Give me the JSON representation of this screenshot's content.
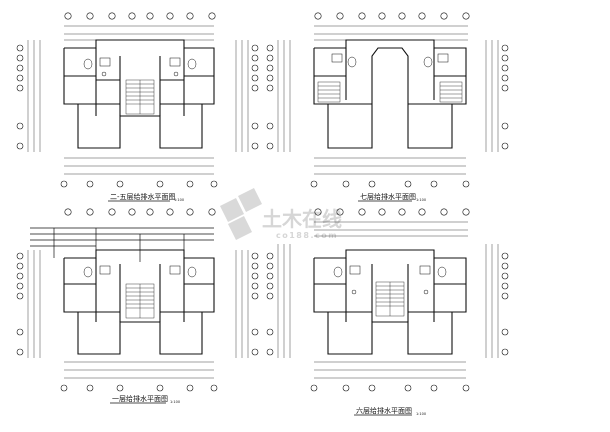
{
  "drawing": {
    "plans": [
      {
        "id": "plan-2-5",
        "title": "二-五层给排水平面图",
        "scale": "1:100"
      },
      {
        "id": "plan-7",
        "title": "七层给排水平面图",
        "scale": "1:100"
      },
      {
        "id": "plan-1",
        "title": "一层给排水平面图",
        "scale": "1:100"
      },
      {
        "id": "plan-6",
        "title": "六层给排水平面图",
        "scale": "1:100"
      }
    ],
    "watermark": {
      "cn": "土木在线",
      "en": "co188.com"
    },
    "colors": {
      "line": "#111111",
      "watermark": "#d6d6d6"
    }
  }
}
